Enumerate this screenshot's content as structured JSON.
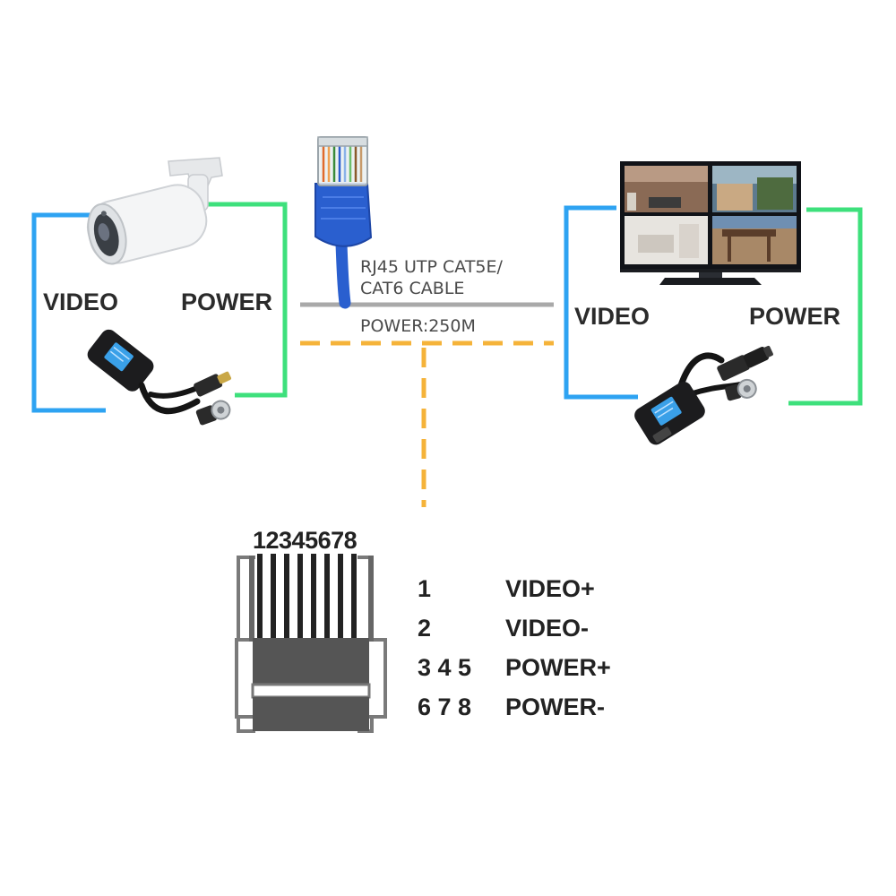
{
  "labels": {
    "left_video": "VIDEO",
    "left_power": "POWER",
    "right_video": "VIDEO",
    "right_power": "POWER"
  },
  "cable": {
    "line1": "RJ45 UTP CAT5E/",
    "line2": "CAT6 CABLE",
    "power_distance": "POWER:250M"
  },
  "connector": {
    "pin_numbers": "12345678"
  },
  "pinout": [
    {
      "pins": "1",
      "function": "VIDEO+"
    },
    {
      "pins": "2",
      "function": "VIDEO-"
    },
    {
      "pins": "3 4 5",
      "function": "POWER+"
    },
    {
      "pins": "6 7 8",
      "function": "POWER-"
    }
  ],
  "colors": {
    "video_line": "#2ea3f2",
    "power_line": "#3ee07c",
    "cable_line": "#a9a9a9",
    "power_dash": "#f5b33a",
    "rj45_cable": "#2a5fcf"
  }
}
